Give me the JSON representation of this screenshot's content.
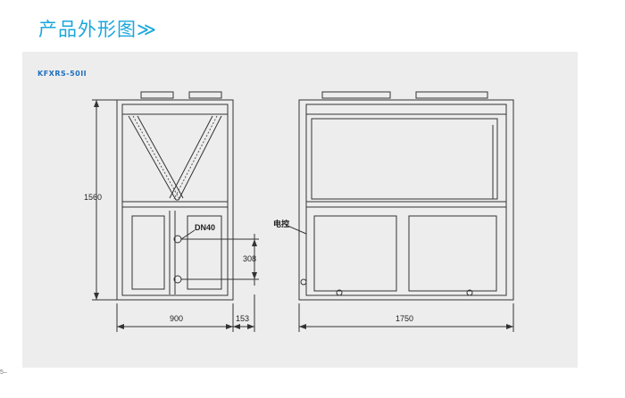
{
  "header": {
    "title": "产品外形图≫"
  },
  "drawing": {
    "model": "KFXRS-50II",
    "dimensions": {
      "height": "1560",
      "depth": "900",
      "offset": "153",
      "pipe_spacing": "308",
      "width": "1750"
    },
    "labels": {
      "pipe": "DN40",
      "control_box": "电控"
    }
  },
  "footer": {
    "page_mark": "5–"
  }
}
